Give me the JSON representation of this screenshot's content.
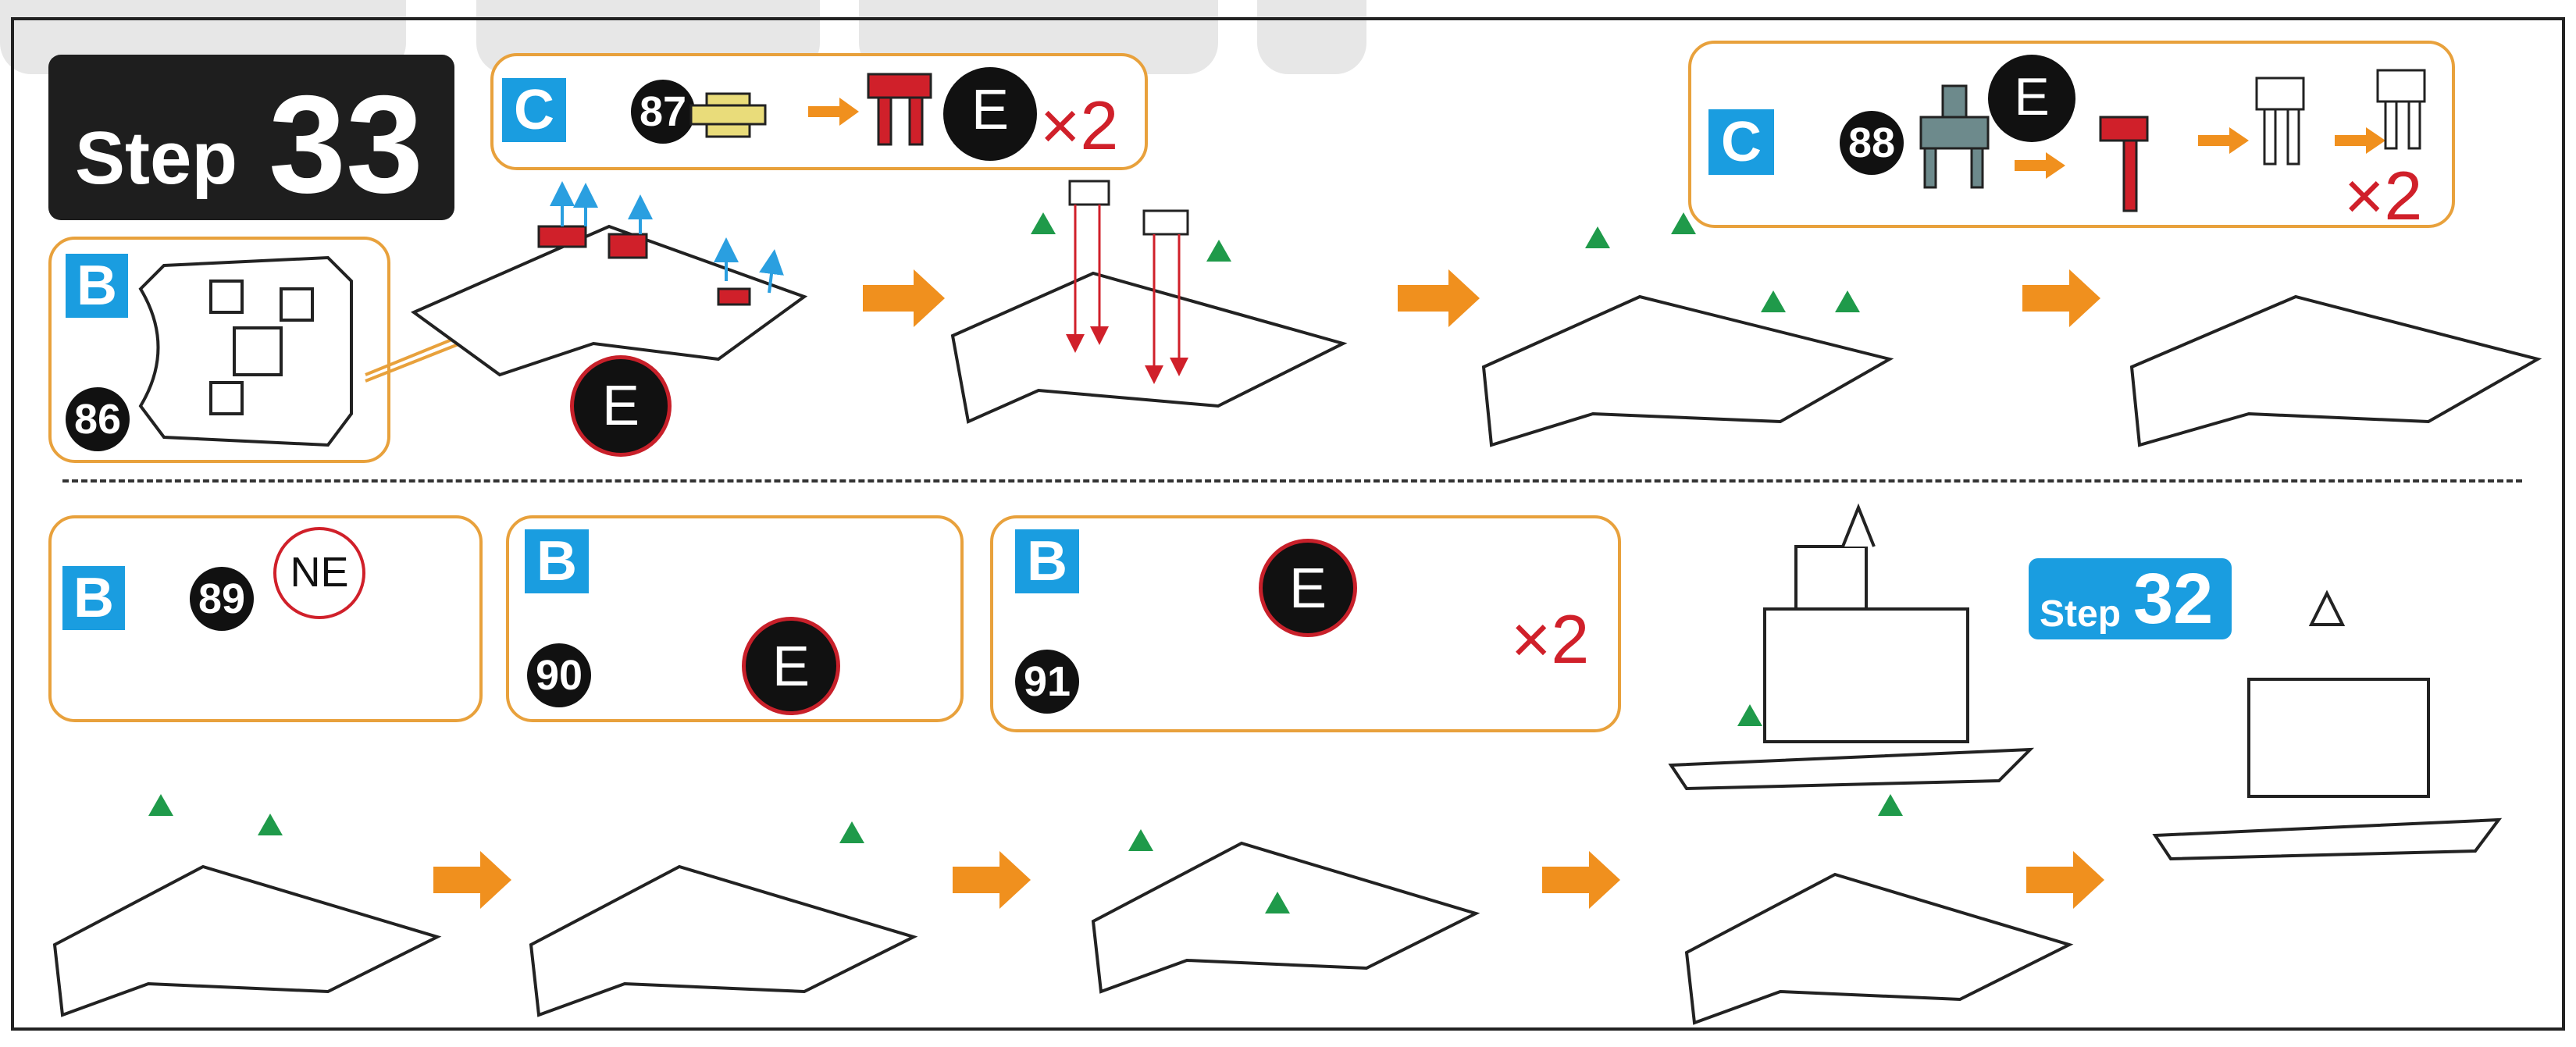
{
  "step": {
    "word": "Step",
    "number": "33"
  },
  "callouts": {
    "b86": {
      "badge": "B",
      "num": "86",
      "e": "E"
    },
    "c87": {
      "badge": "C",
      "num": "87",
      "e": "E",
      "mult": "×2"
    },
    "c88": {
      "badge": "C",
      "num": "88",
      "e": "E",
      "mult": "×2"
    },
    "b89": {
      "badge": "B",
      "num": "89",
      "ne": "NE"
    },
    "b90": {
      "badge": "B",
      "num": "90",
      "e": "E"
    },
    "b91": {
      "badge": "B",
      "num": "91",
      "e": "E",
      "mult": "×2"
    }
  },
  "ref_step": {
    "word": "Step",
    "number": "32"
  },
  "colors": {
    "accent_orange": "#f0901e",
    "badge_blue": "#1a9de0",
    "highlight_red": "#d0202a",
    "marker_green": "#1f9a4a",
    "arrow_blue": "#2a9fe0"
  }
}
